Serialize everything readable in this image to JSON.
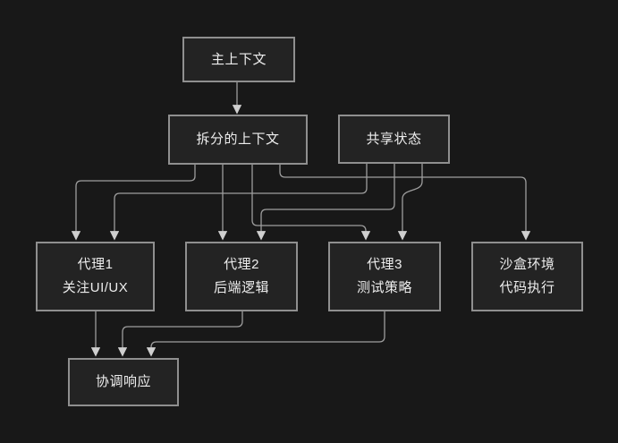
{
  "diagram": {
    "background_color": "#181818",
    "node_fill_color": "#232323",
    "node_border_color": "#8f8f8f",
    "node_text_color": "#ededed",
    "edge_color": "#9e9e9e",
    "arrowhead_color": "#cfcfcf",
    "nodes": {
      "main_context": {
        "label": "主上下文"
      },
      "split_context": {
        "label": "拆分的上下文"
      },
      "shared_state": {
        "label": "共享状态"
      },
      "agent1": {
        "line1": "代理1",
        "line2": "关注UI/UX"
      },
      "agent2": {
        "line1": "代理2",
        "line2": "后端逻辑"
      },
      "agent3": {
        "line1": "代理3",
        "line2": "测试策略"
      },
      "sandbox": {
        "line1": "沙盒环境",
        "line2": "代码执行"
      },
      "coordinated_response": {
        "label": "协调响应"
      }
    },
    "edges": [
      {
        "from": "main_context",
        "to": "split_context"
      },
      {
        "from": "split_context",
        "to": "agent1"
      },
      {
        "from": "split_context",
        "to": "agent2"
      },
      {
        "from": "split_context",
        "to": "agent3"
      },
      {
        "from": "split_context",
        "to": "sandbox"
      },
      {
        "from": "shared_state",
        "to": "agent1"
      },
      {
        "from": "shared_state",
        "to": "agent2"
      },
      {
        "from": "shared_state",
        "to": "agent3"
      },
      {
        "from": "agent1",
        "to": "coordinated_response"
      },
      {
        "from": "agent2",
        "to": "coordinated_response"
      },
      {
        "from": "agent3",
        "to": "coordinated_response"
      }
    ]
  }
}
